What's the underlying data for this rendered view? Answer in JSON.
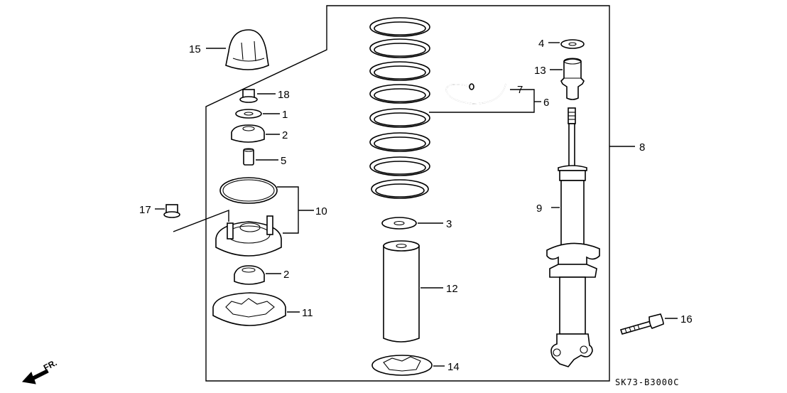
{
  "callouts": {
    "p15": "15",
    "p18": "18",
    "p1": "1",
    "p2a": "2",
    "p5": "5",
    "p10": "10",
    "p17": "17",
    "p2b": "2",
    "p11": "11",
    "p7": "7",
    "p6": "6",
    "p3": "3",
    "p12": "12",
    "p14": "14",
    "p4": "4",
    "p13": "13",
    "p8": "8",
    "p9": "9",
    "p16": "16"
  },
  "diagram_code": "SK73-B3000C",
  "direction_label": "FR."
}
